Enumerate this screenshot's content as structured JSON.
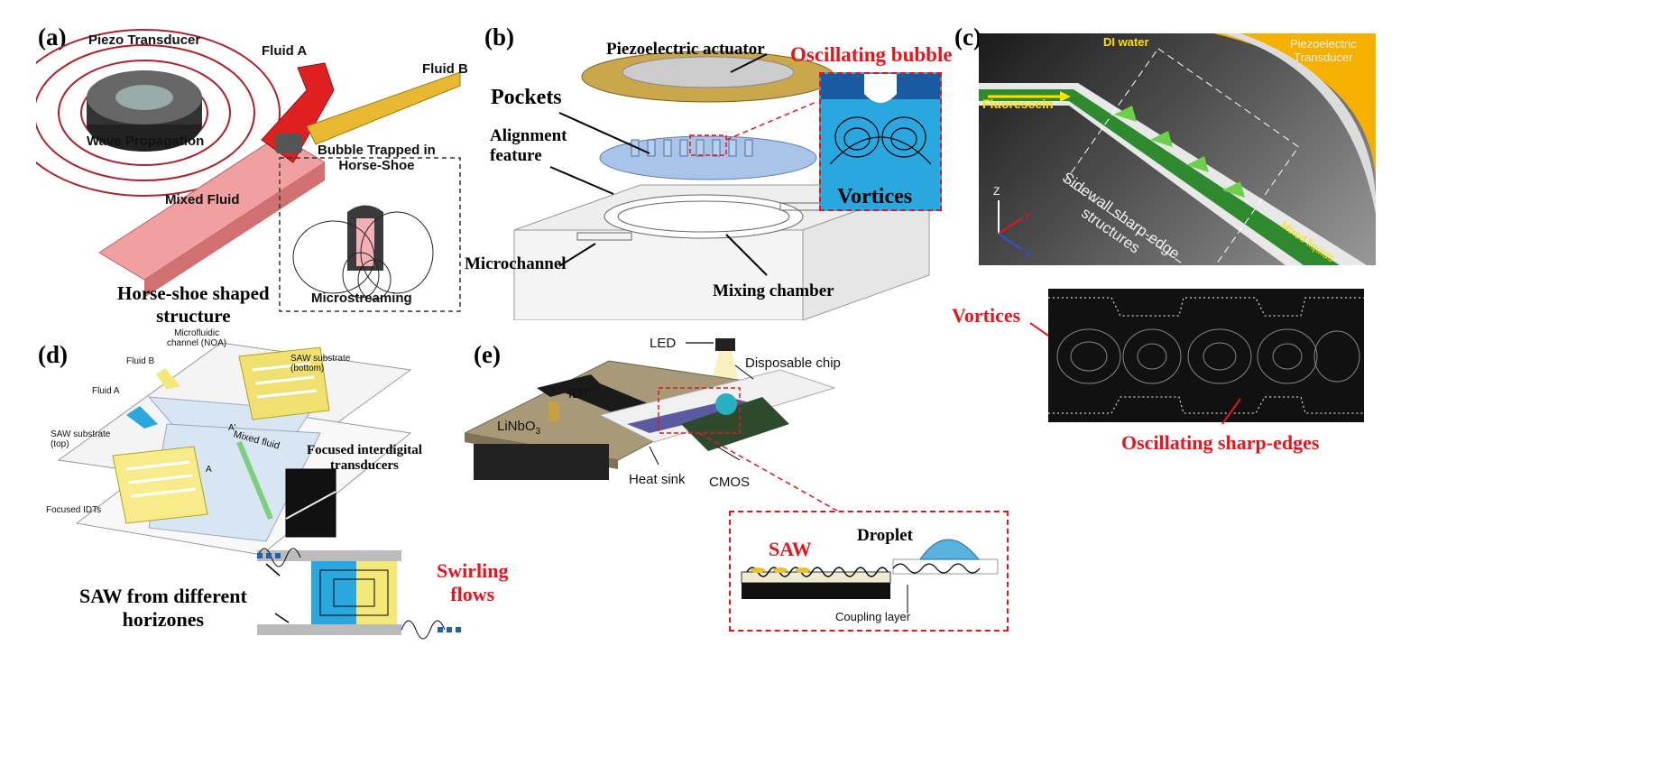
{
  "panel_labels": {
    "a": "(a)",
    "b": "(b)",
    "c": "(c)",
    "d": "(d)",
    "e": "(e)"
  },
  "panel_a": {
    "piezo": "Piezo Transducer",
    "fluid_a": "Fluid A",
    "fluid_b": "Fluid B",
    "wave": "Wave Propagation",
    "bubble_line1": "Bubble Trapped in",
    "bubble_line2": "Horse-Shoe",
    "mixed": "Mixed Fluid",
    "microstreaming": "Microstreaming",
    "horse_line1": "Horse-shoe shaped",
    "horse_line2": "structure"
  },
  "panel_b": {
    "piezo_act": "Piezoelectric actuator",
    "osc_bubble": "Oscillating bubble",
    "pockets": "Pockets",
    "align_line1": "Alignment",
    "align_line2": "feature",
    "vortices": "Vortices",
    "microchannel": "Microchannel",
    "mixing": "Mixing chamber"
  },
  "panel_c": {
    "di_water": "DI water",
    "piezo_line1": "Piezoelectric",
    "piezo_line2": "Transducer",
    "fluorescein": "Fluorescein",
    "sidewall_line1": "Sidewall sharp-edge",
    "sidewall_line2": "structures",
    "mixed_liquids": "Mixed liquids",
    "axis_z": "Z",
    "axis_y": "Y",
    "axis_x": "X",
    "vortices": "Vortices",
    "osc_edges": "Oscillating sharp-edges"
  },
  "panel_d": {
    "microfluidic_line1": "Microfluidic",
    "microfluidic_line2": "channel (NOA)",
    "saw_bottom_line1": "SAW substrate",
    "saw_bottom_line2": "(bottom)",
    "fluid_b": "Fluid B",
    "fluid_a": "Fluid A",
    "saw_top_line1": "SAW substrate",
    "saw_top_line2": "(top)",
    "a_prime": "A'",
    "a": "A",
    "mixed_fluid": "Mixed fluid",
    "focused_idt_line1": "Focused interdigital",
    "focused_idt_line2": "transducers",
    "focused_idts": "Focused IDTs",
    "swirling_line1": "Swirling",
    "swirling_line2": "flows",
    "saw_diff_line1": "SAW from different",
    "saw_diff_line2": "horizones"
  },
  "panel_e": {
    "led": "LED",
    "disposable": "Disposable chip",
    "idt": "IDT",
    "linbo": "LiNbO",
    "linbo_sub": "3",
    "heat_sink": "Heat sink",
    "cmos": "CMOS",
    "saw": "SAW",
    "droplet": "Droplet",
    "coupling": "Coupling layer"
  }
}
